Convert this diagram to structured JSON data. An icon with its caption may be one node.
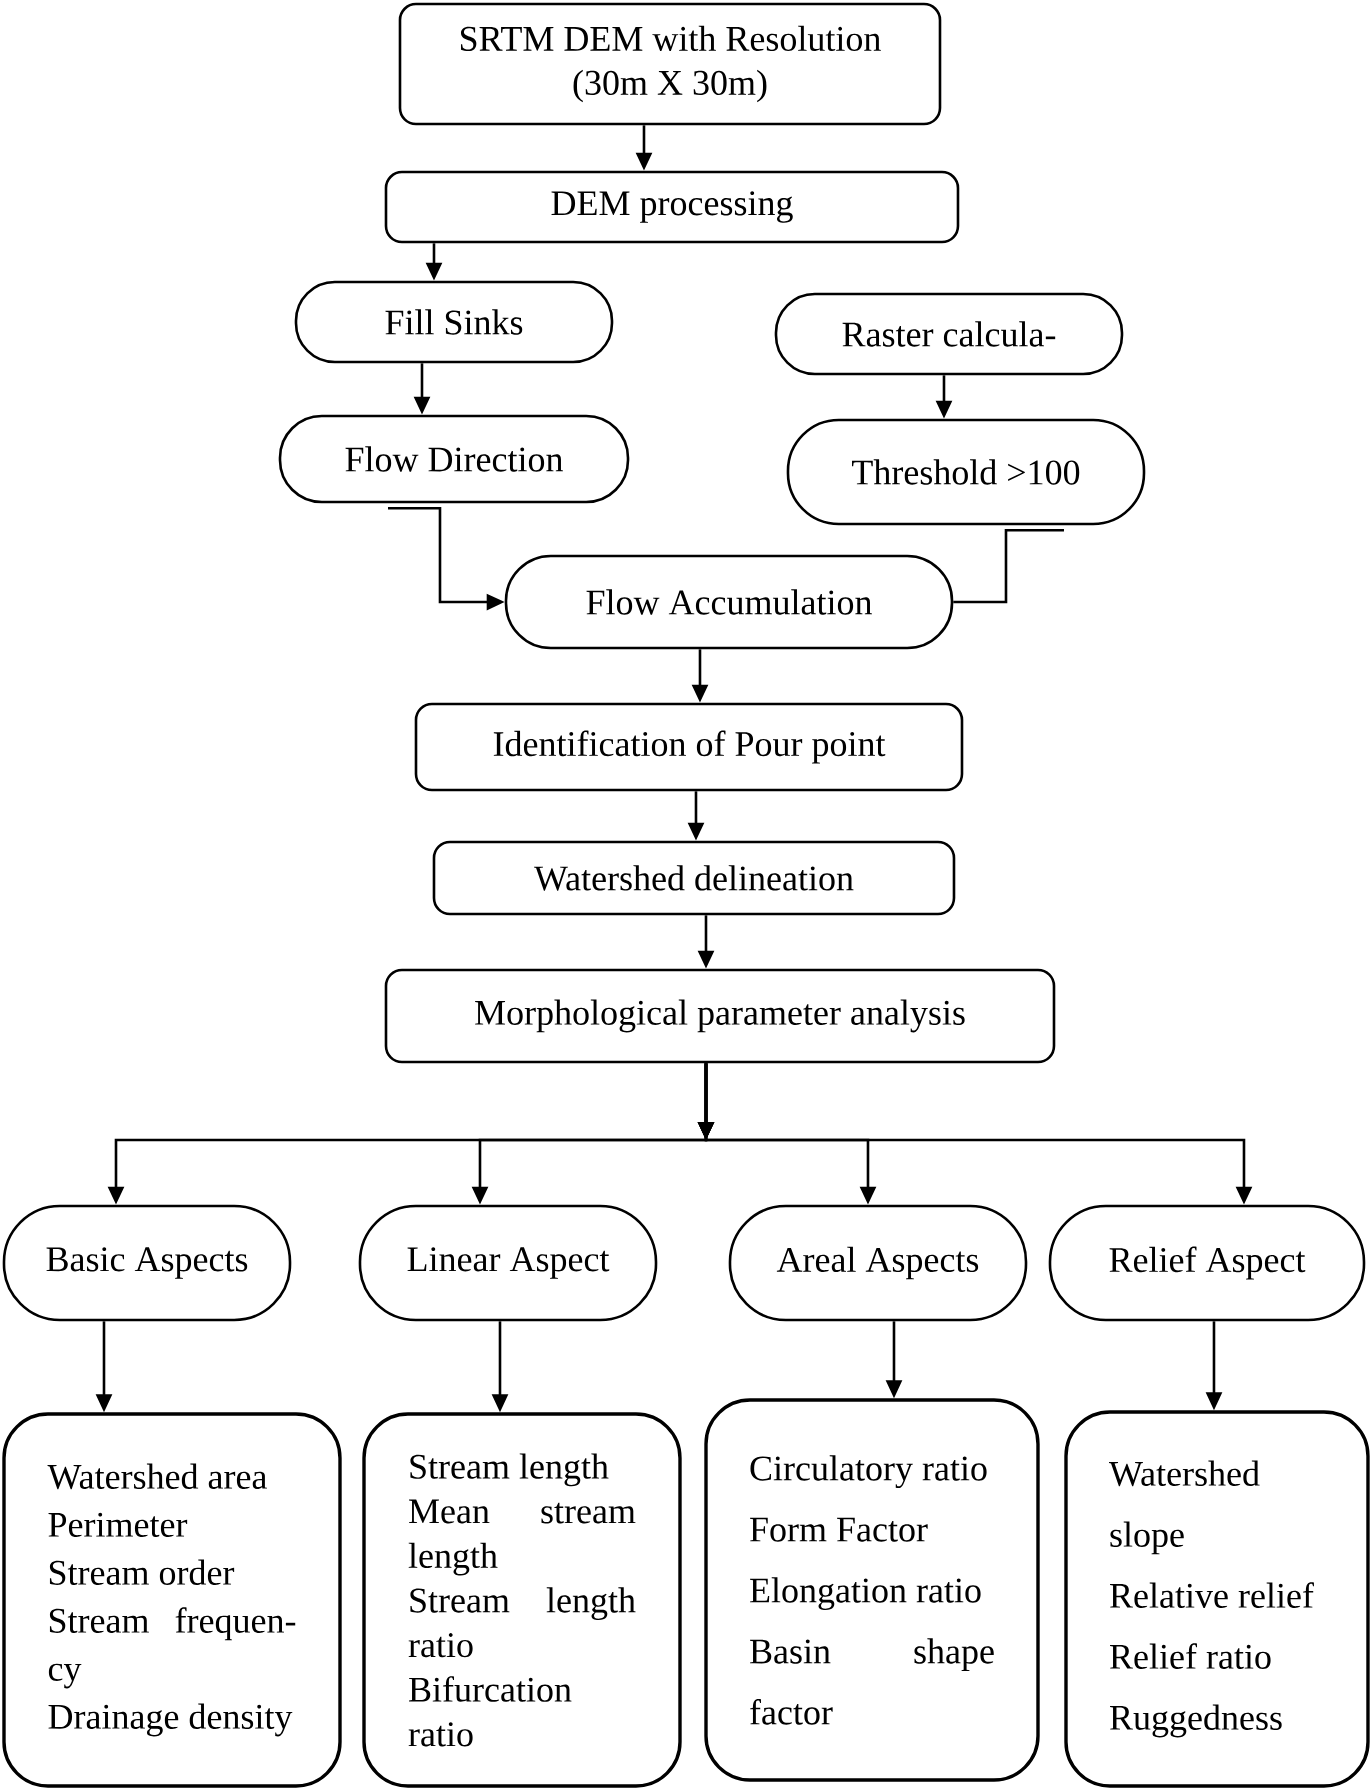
{
  "diagram": {
    "nodes": [
      {
        "text": [
          "SRTM DEM with Resolution (30m X 30m)"
        ]
      },
      {
        "text": [
          "DEM processing"
        ]
      },
      {
        "text": [
          "Fill Sinks"
        ]
      },
      {
        "text": [
          "Flow Direction"
        ]
      },
      {
        "text": [
          "Raster calcula-"
        ]
      },
      {
        "text": [
          "Threshold >100"
        ]
      },
      {
        "text": [
          "Flow Accumulation"
        ]
      },
      {
        "text": [
          "Identification of Pour point"
        ]
      },
      {
        "text": [
          "Watershed delineation"
        ]
      },
      {
        "text": [
          "Morphological parameter analysis"
        ]
      },
      {
        "text": [
          "Basic Aspects"
        ]
      },
      {
        "text": [
          "Linear Aspect"
        ]
      },
      {
        "text": [
          "Areal Aspects"
        ]
      },
      {
        "text": [
          "Relief Aspect"
        ]
      },
      {
        "text": [
          "Watershed area",
          "Perimeter",
          "Stream order",
          "Stream frequen-cy",
          "Drainage density"
        ]
      },
      {
        "text": [
          "Stream length",
          "Mean stream length",
          "Stream length ratio",
          "Bifurcation ratio"
        ]
      },
      {
        "text": [
          "Circulatory ratio",
          "Form Factor",
          "Elongation ratio",
          "Basin shape factor"
        ]
      },
      {
        "text": [
          "Watershed slope",
          "Relative relief",
          "Relief ratio",
          "Ruggedness"
        ]
      }
    ],
    "edges": [
      {
        "from": 0,
        "to": 1,
        "arrow": "to"
      },
      {
        "from": 1,
        "to": 2,
        "arrow": "to"
      },
      {
        "from": 2,
        "to": 3,
        "arrow": "to"
      },
      {
        "from": 4,
        "to": 5,
        "arrow": "to"
      },
      {
        "from": 3,
        "to": 6,
        "arrow": "to"
      },
      {
        "from": 5,
        "to": 6,
        "arrow": "none"
      },
      {
        "from": 6,
        "to": 7,
        "arrow": "to"
      },
      {
        "from": 7,
        "to": 8,
        "arrow": "to"
      },
      {
        "from": 8,
        "to": 9,
        "arrow": "to"
      },
      {
        "from": 9,
        "to": 10,
        "arrow": "to"
      },
      {
        "from": 9,
        "to": 11,
        "arrow": "to"
      },
      {
        "from": 9,
        "to": 12,
        "arrow": "to"
      },
      {
        "from": 9,
        "to": 13,
        "arrow": "to"
      },
      {
        "from": 10,
        "to": 14,
        "arrow": "to"
      },
      {
        "from": 11,
        "to": 15,
        "arrow": "to"
      },
      {
        "from": 12,
        "to": 16,
        "arrow": "to"
      },
      {
        "from": 13,
        "to": 17,
        "arrow": "to"
      }
    ]
  }
}
